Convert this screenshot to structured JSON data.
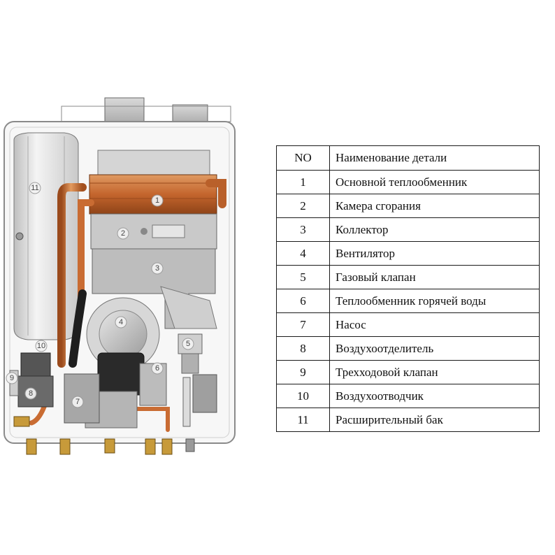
{
  "table": {
    "header": {
      "no": "NO",
      "name": "Наименование детали"
    },
    "rows": [
      {
        "no": "1",
        "name": "Основной теплообменник"
      },
      {
        "no": "2",
        "name": "Камера сгорания"
      },
      {
        "no": "3",
        "name": "Коллектор"
      },
      {
        "no": "4",
        "name": "Вентилятор"
      },
      {
        "no": "5",
        "name": "Газовый клапан"
      },
      {
        "no": "6",
        "name": "Теплообменник горячей воды"
      },
      {
        "no": "7",
        "name": "Насос"
      },
      {
        "no": "8",
        "name": "Воздухоотделитель"
      },
      {
        "no": "9",
        "name": "Трехходовой клапан"
      },
      {
        "no": "10",
        "name": "Воздухоотводчик"
      },
      {
        "no": "11",
        "name": "Расширительный бак"
      }
    ]
  },
  "markers": [
    "1",
    "2",
    "3",
    "4",
    "5",
    "6",
    "7",
    "8",
    "9",
    "10",
    "11"
  ],
  "colors": {
    "copper": "#c8703a",
    "frame": "#d8d8d8",
    "outline": "#555555"
  }
}
